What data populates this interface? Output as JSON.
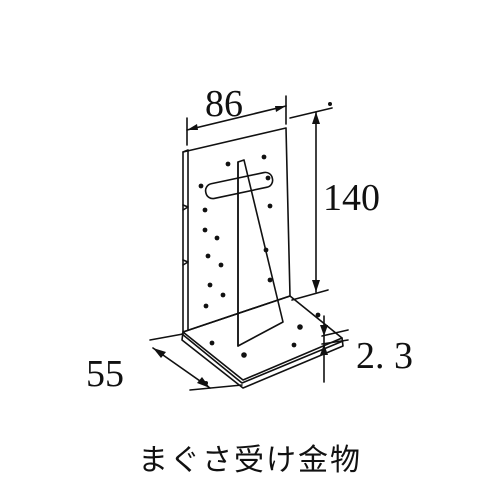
{
  "colors": {
    "line": "#111111",
    "background": "#ffffff"
  },
  "dimensions": {
    "width": "86",
    "height": "140",
    "depth": "55",
    "thickness": "2. 3"
  },
  "caption": "まぐさ受け金物"
}
